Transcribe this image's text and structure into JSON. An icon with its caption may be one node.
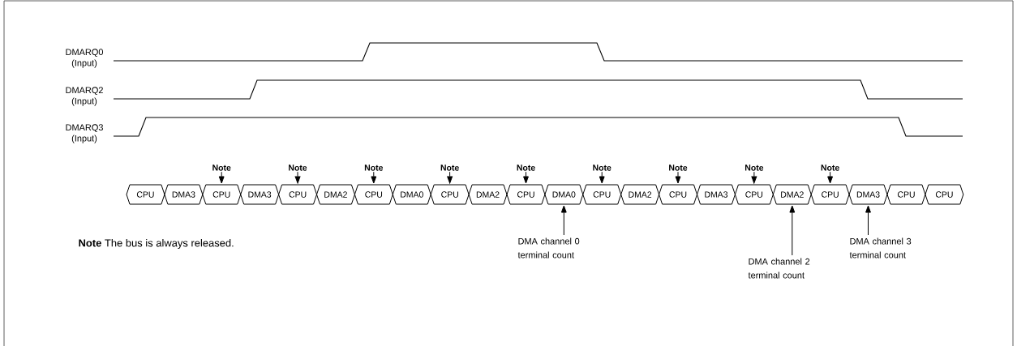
{
  "diagram": {
    "nodes": [
      {
        "text": [
          "Note"
        ]
      },
      {
        "text": [
          "Note"
        ]
      },
      {
        "text": [
          "Note"
        ]
      },
      {
        "text": [
          "Note"
        ]
      },
      {
        "text": [
          "Note"
        ]
      },
      {
        "text": [
          "Note"
        ]
      },
      {
        "text": [
          "Note"
        ]
      },
      {
        "text": [
          "Note"
        ]
      },
      {
        "text": [
          "Note"
        ]
      },
      {
        "text": [
          "CPU"
        ]
      },
      {
        "text": [
          "DMA3"
        ]
      },
      {
        "text": [
          "CPU"
        ]
      },
      {
        "text": [
          "DMA3"
        ]
      },
      {
        "text": [
          "CPU"
        ]
      },
      {
        "text": [
          "DMA2"
        ]
      },
      {
        "text": [
          "CPU"
        ]
      },
      {
        "text": [
          "DMA0"
        ]
      },
      {
        "text": [
          "CPU"
        ]
      },
      {
        "text": [
          "DMA2"
        ]
      },
      {
        "text": [
          "CPU"
        ]
      },
      {
        "text": [
          "DMA0"
        ]
      },
      {
        "text": [
          "CPU"
        ]
      },
      {
        "text": [
          "DMA2"
        ]
      },
      {
        "text": [
          "CPU"
        ]
      },
      {
        "text": [
          "DMA3"
        ]
      },
      {
        "text": [
          "CPU"
        ]
      },
      {
        "text": [
          "DMA2"
        ]
      },
      {
        "text": [
          "CPU"
        ]
      },
      {
        "text": [
          "DMA3"
        ]
      },
      {
        "text": [
          "CPU"
        ]
      },
      {
        "text": [
          "CPU"
        ]
      },
      {
        "text": [
          "DMA channel 0 terminal count"
        ]
      },
      {
        "text": [
          "DMA channel 2 terminal count"
        ]
      },
      {
        "text": [
          "DMA channel 3 terminal count"
        ]
      }
    ],
    "edges": [
      {
        "from": 0,
        "to": 11,
        "arrow": "to"
      },
      {
        "from": 1,
        "to": 13,
        "arrow": "to"
      },
      {
        "from": 2,
        "to": 15,
        "arrow": "to"
      },
      {
        "from": 3,
        "to": 17,
        "arrow": "to"
      },
      {
        "from": 4,
        "to": 19,
        "arrow": "to"
      },
      {
        "from": 5,
        "to": 21,
        "arrow": "to"
      },
      {
        "from": 6,
        "to": 23,
        "arrow": "to"
      },
      {
        "from": 7,
        "to": 25,
        "arrow": "to"
      },
      {
        "from": 8,
        "to": 27,
        "arrow": "to"
      },
      {
        "from": 31,
        "to": 20,
        "arrow": "to"
      },
      {
        "from": 32,
        "to": 26,
        "arrow": "to"
      },
      {
        "from": 33,
        "to": 28,
        "arrow": "to"
      }
    ],
    "labels": [
      "DMARQ0 (Input)",
      "DMARQ2 (Input)",
      "DMARQ3 (Input)",
      "**Note** The bus is always released."
    ]
  }
}
